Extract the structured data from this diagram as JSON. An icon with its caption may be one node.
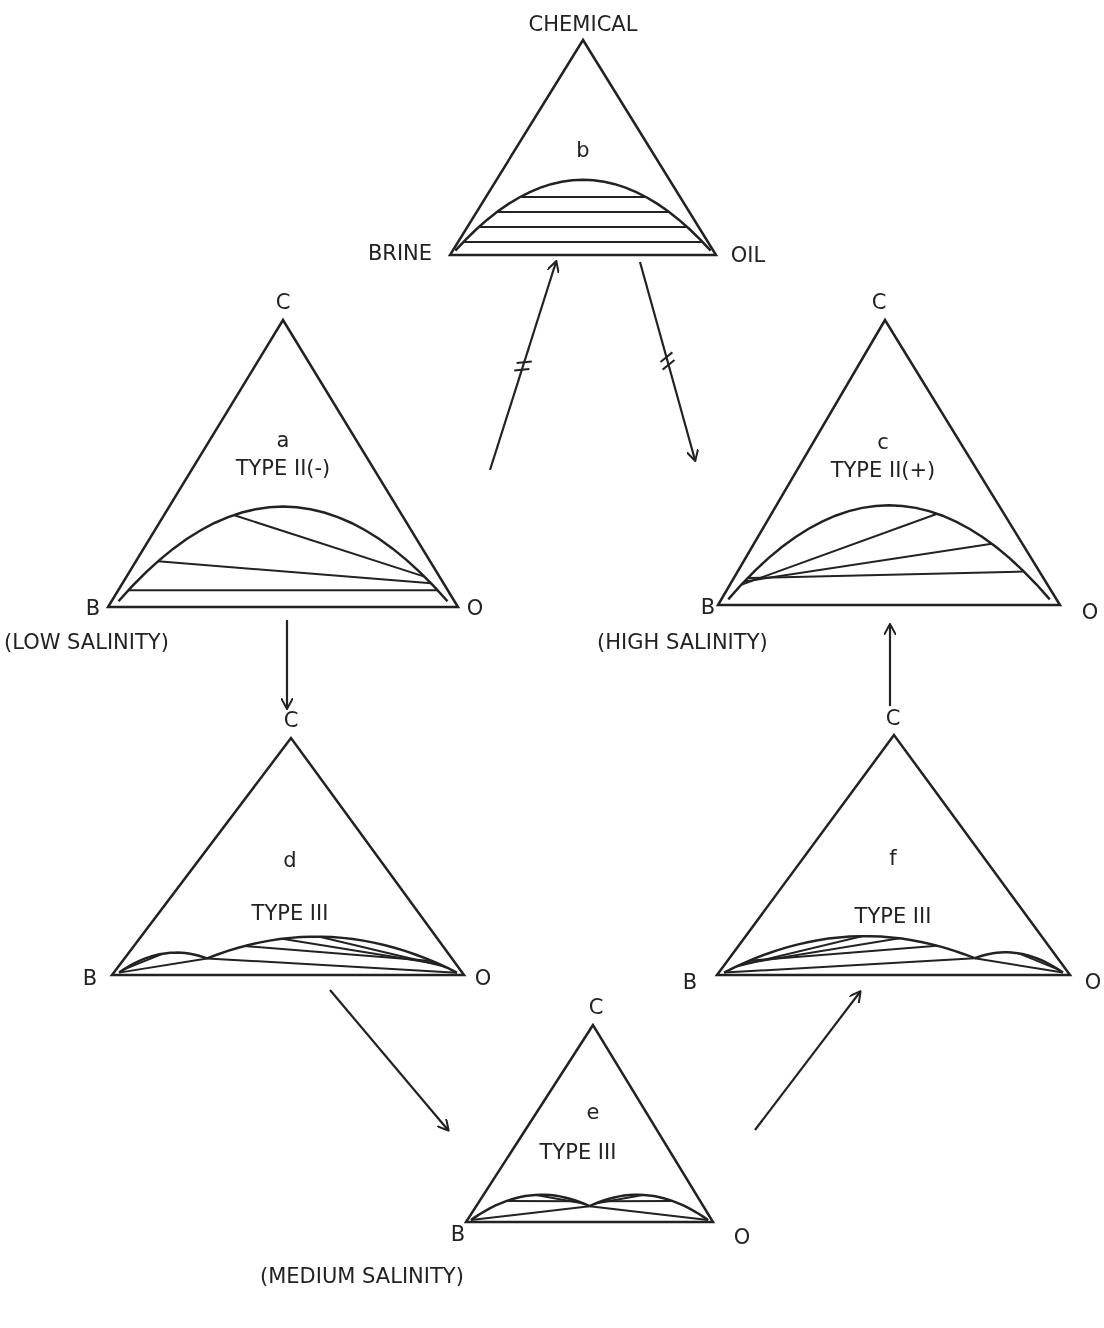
{
  "diagram": {
    "nodes": [
      {
        "text": [
          "CHEMICAL",
          "b",
          "BRINE",
          "OIL"
        ]
      },
      {
        "text": [
          "C",
          "a",
          "TYPE II(-)",
          "B",
          "O"
        ],
        "beside": [
          "(LOW SALINITY)"
        ]
      },
      {
        "text": [
          "C",
          "c",
          "TYPE II(+)",
          "B",
          "O"
        ],
        "beside": [
          "(HIGH SALINITY)"
        ]
      },
      {
        "text": [
          "C",
          "d",
          "TYPE III",
          "B",
          "O"
        ]
      },
      {
        "text": [
          "C",
          "f",
          "TYPE III",
          "B",
          "O"
        ]
      },
      {
        "text": [
          "C",
          "e",
          "TYPE III",
          "B",
          "O"
        ],
        "beside": [
          "(MEDIUM SALINITY)"
        ]
      }
    ],
    "edges": [
      {
        "from": 1,
        "to": 0,
        "arrow": "to"
      },
      {
        "from": 0,
        "to": 2,
        "arrow": "to"
      },
      {
        "from": 1,
        "to": 3,
        "arrow": "to"
      },
      {
        "from": 3,
        "to": 5,
        "arrow": "to"
      },
      {
        "from": 5,
        "to": 4,
        "arrow": "to"
      },
      {
        "from": 4,
        "to": 2,
        "arrow": "to"
      }
    ]
  }
}
